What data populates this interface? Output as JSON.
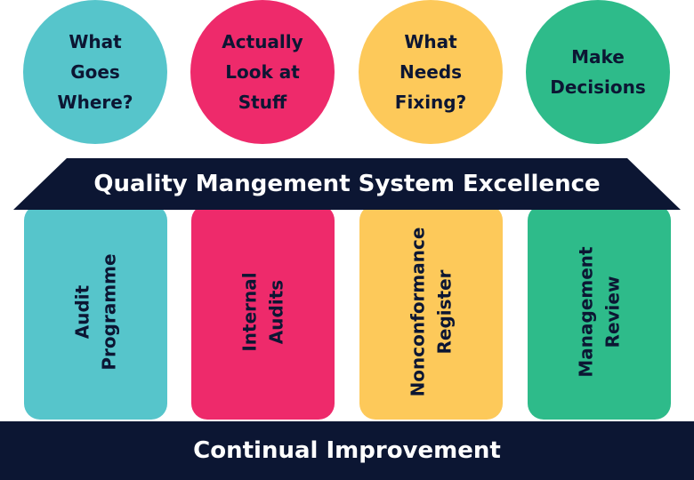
{
  "colors": {
    "teal": "#56c5cb",
    "pink": "#ee2a6b",
    "yellow": "#fdc95a",
    "green": "#2ebb8a",
    "navy": "#0c1633"
  },
  "circles": [
    {
      "label": "What\nGoes\nWhere?"
    },
    {
      "label": "Actually\nLook at\nStuff"
    },
    {
      "label": "What\nNeeds\nFixing?"
    },
    {
      "label": "Make\nDecisions"
    }
  ],
  "banner": {
    "title": "Quality Mangement System Excellence"
  },
  "pillars": [
    {
      "label": "Audit Programme"
    },
    {
      "label": "Internal Audits"
    },
    {
      "label": "Nonconformance\nRegister"
    },
    {
      "label": "Management\nReview"
    }
  ],
  "base": {
    "label": "Continual Improvement"
  }
}
